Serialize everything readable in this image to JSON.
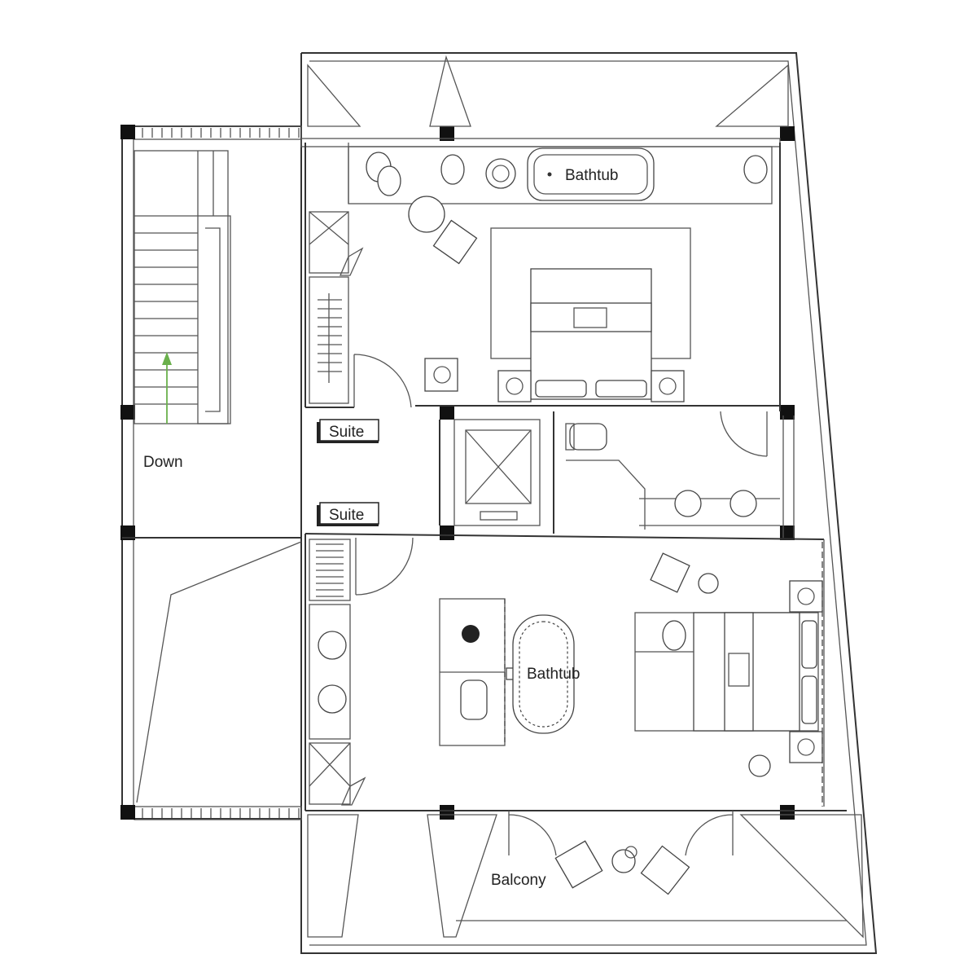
{
  "labels": {
    "bathtub_upper": "Bathtub",
    "bathtub_lower": "Bathtub",
    "suite_upper": "Suite",
    "suite_lower": "Suite",
    "down": "Down",
    "balcony": "Balcony"
  },
  "colors": {
    "line": "#333333",
    "column": "#111111",
    "arrow": "#6ab04c",
    "background": "#ffffff"
  }
}
